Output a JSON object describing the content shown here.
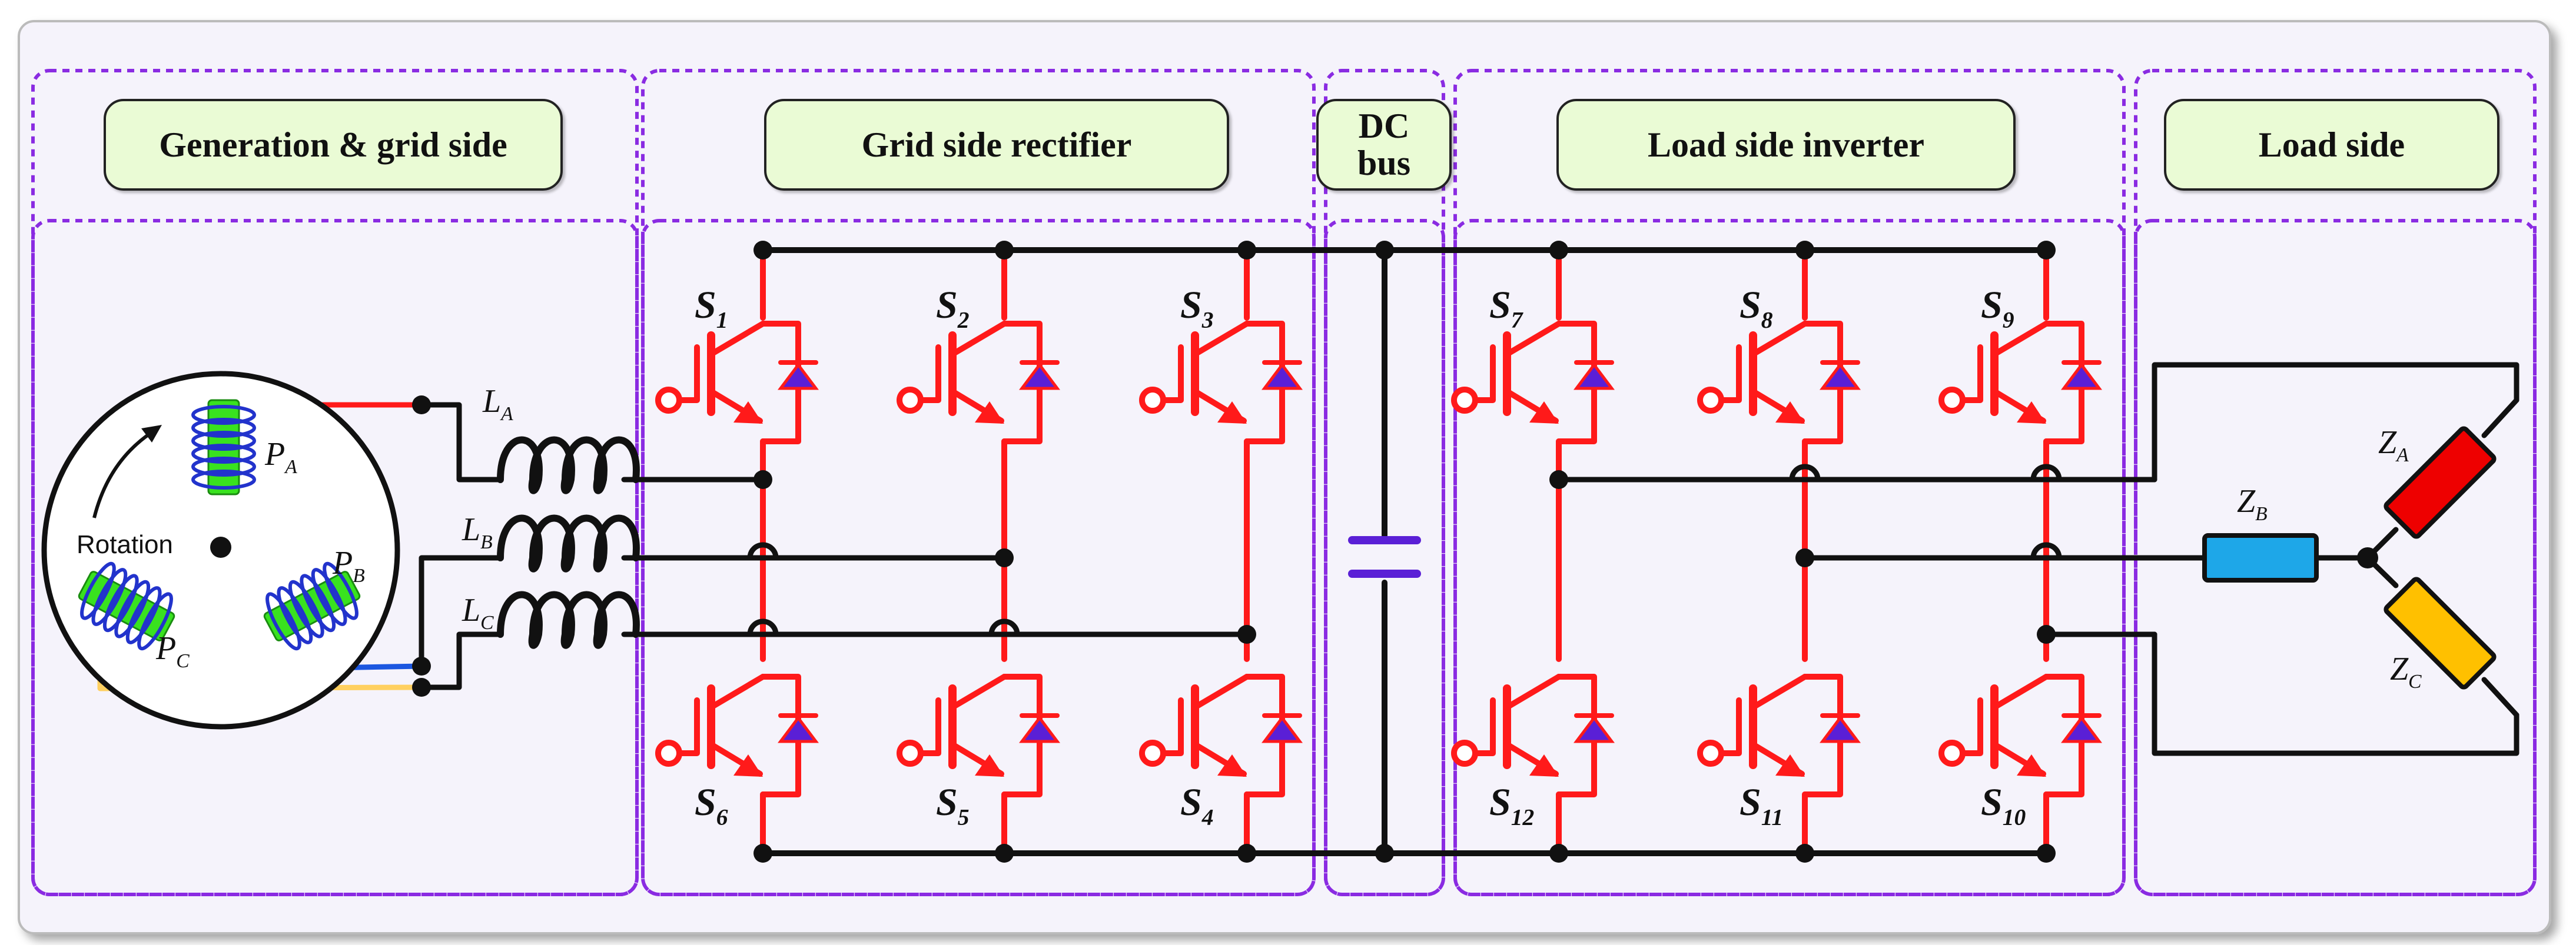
{
  "sections": {
    "generation": "Generation & grid side",
    "rectifier": "Grid side rectifier",
    "dcbus": "DC\nbus",
    "inverter": "Load side inverter",
    "load": "Load side"
  },
  "generator": {
    "rotation_label": "Rotation",
    "phases": [
      {
        "base": "P",
        "sub": "A"
      },
      {
        "base": "P",
        "sub": "B"
      },
      {
        "base": "P",
        "sub": "C"
      }
    ]
  },
  "inductors": [
    {
      "base": "L",
      "sub": "A"
    },
    {
      "base": "L",
      "sub": "B"
    },
    {
      "base": "L",
      "sub": "C"
    }
  ],
  "switches": {
    "rectifier_top": [
      {
        "base": "S",
        "sub": "1"
      },
      {
        "base": "S",
        "sub": "2"
      },
      {
        "base": "S",
        "sub": "3"
      }
    ],
    "rectifier_bottom": [
      {
        "base": "S",
        "sub": "6"
      },
      {
        "base": "S",
        "sub": "5"
      },
      {
        "base": "S",
        "sub": "4"
      }
    ],
    "inverter_top": [
      {
        "base": "S",
        "sub": "7"
      },
      {
        "base": "S",
        "sub": "8"
      },
      {
        "base": "S",
        "sub": "9"
      }
    ],
    "inverter_bottom": [
      {
        "base": "S",
        "sub": "12"
      },
      {
        "base": "S",
        "sub": "11"
      },
      {
        "base": "S",
        "sub": "10"
      }
    ]
  },
  "loads": [
    {
      "base": "Z",
      "sub": "A",
      "color": "#ee0000"
    },
    {
      "base": "Z",
      "sub": "B",
      "color": "#1ea7e8"
    },
    {
      "base": "Z",
      "sub": "C",
      "color": "#ffc000"
    }
  ],
  "colors": {
    "igbt": "#ff1a1a",
    "diode_fill": "#5a1fd6",
    "capacitor": "#5a1fd6",
    "section_border": "#8a2be2",
    "coil_green": "#39e21f",
    "coil_blue": "#2233cc",
    "neutral_yellow": "#ffd060",
    "phase_a_wire": "#ff1a1a",
    "phase_wire_blue": "#1c57e0"
  }
}
